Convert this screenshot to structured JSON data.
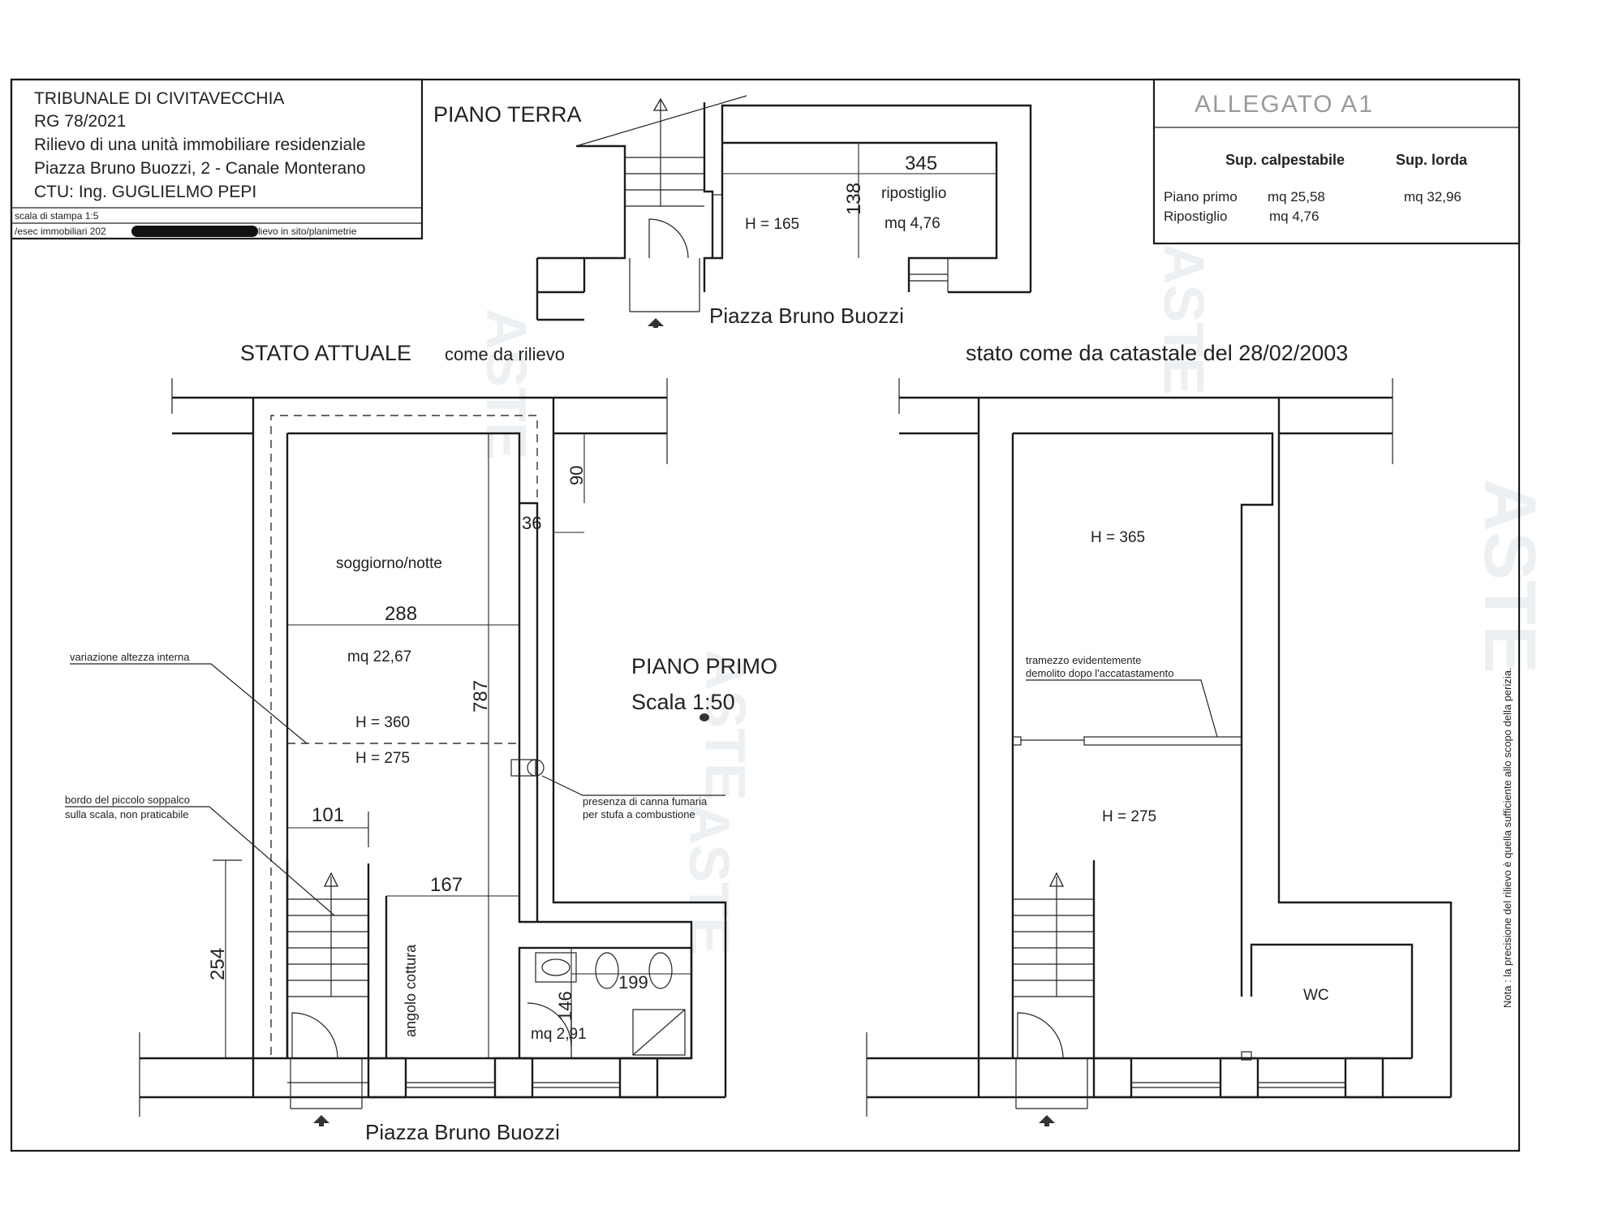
{
  "title_block": {
    "line1": "TRIBUNALE DI CIVITAVECCHIA",
    "line2": "RG 78/2021",
    "line3": "Rilievo di una unità immobiliare residenziale",
    "line4": "Piazza Bruno Buozzi, 2 - Canale Monterano",
    "line5": "CTU: Ing. GUGLIELMO PEPI",
    "scale_print": "scala di stampa 1:5",
    "file_path_start": "/esec immobiliari 202",
    "file_path_end": "lievo in sito/planimetrie"
  },
  "allegato": {
    "title": "ALLEGATO A1",
    "col_walkable": "Sup. calpestabile",
    "col_gross": "Sup. lorda",
    "rows": [
      {
        "label": "Piano primo",
        "walkable": "mq  25,58",
        "gross": "mq  32,96"
      },
      {
        "label": "Ripostiglio",
        "walkable": "mq  4,76",
        "gross": ""
      }
    ]
  },
  "ground_floor": {
    "title": "PIANO TERRA",
    "dim_width": "345",
    "dim_depth": "138",
    "room_name": "ripostiglio",
    "room_area": "mq  4,76",
    "height": "H = 165",
    "street": "Piazza Bruno Buozzi"
  },
  "current_plan": {
    "title_main": "STATO ATTUALE",
    "title_sub": "come da rilievo",
    "room_name": "soggiorno/notte",
    "dim_288": "288",
    "room_area": "mq  22,67",
    "height_upper": "H = 360",
    "height_lower": "H = 275",
    "dim_787": "787",
    "dim_90": "90",
    "dim_36": "36",
    "dim_101": "101",
    "dim_167": "167",
    "dim_254": "254",
    "dim_199": "199",
    "dim_146": "146",
    "kitchen": "angolo cottura",
    "bath_area": "mq  2,91",
    "note_height_change": "variazione altezza interna",
    "note_mezzanine_1": "bordo del piccolo soppalco",
    "note_mezzanine_2": "sulla scala, non praticabile",
    "note_flue_1": "presenza di canna fumaria",
    "note_flue_2": "per stufa a combustione",
    "floor_name": "PIANO PRIMO",
    "scale": "Scala 1:50",
    "street": "Piazza Bruno Buozzi"
  },
  "cadastral_plan": {
    "title": "stato come da catastale del 28/02/2003",
    "height_upper": "H = 365",
    "height_lower": "H = 275",
    "note_wall_1": "tramezzo evidentemente",
    "note_wall_2": "demolito dopo l'accatastamento",
    "wc": "WC"
  },
  "side_note": "Nota : la precisione del rilievo è quella sufficiente allo scopo della perizia.",
  "watermark": "ASTE"
}
